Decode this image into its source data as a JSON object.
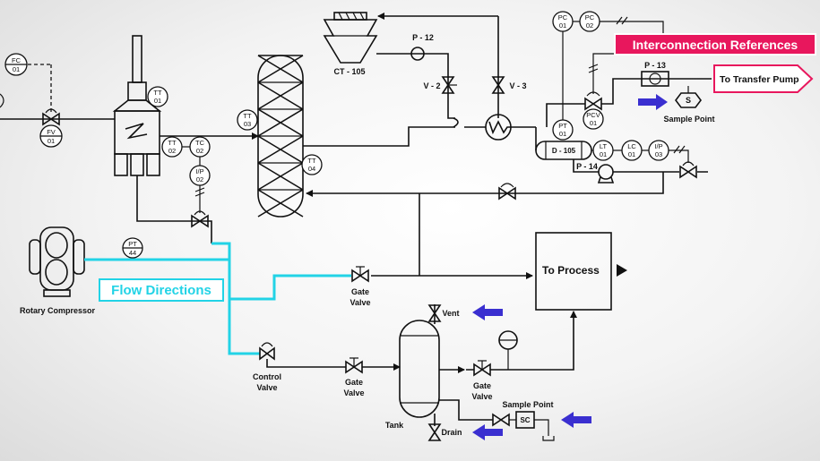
{
  "callouts": {
    "interconnection": "Interconnection References",
    "flow": "Flow Directions",
    "transfer": "To Transfer Pump",
    "process": "To Process"
  },
  "colors": {
    "flow_highlight": "#22d3e6",
    "interconnection_box": "#e8175d",
    "arrow_blue": "#3a2fd0"
  },
  "labels": {
    "ct": "CT - 105",
    "p12": "P - 12",
    "v2": "V - 2",
    "v3": "V - 3",
    "p13": "P - 13",
    "d105": "D - 105",
    "p14": "P - 14",
    "sample_point_top": "Sample Point",
    "sample_point_bottom": "Sample Point",
    "rotary_compressor": "Rotary Compressor",
    "gate_valve_1": [
      "Gate",
      "Valve"
    ],
    "gate_valve_2": [
      "Gate",
      "Valve"
    ],
    "gate_valve_3": [
      "Gate",
      "Valve"
    ],
    "control_valve": [
      "Control",
      "Valve"
    ],
    "tank": "Tank",
    "vent": "Vent",
    "drain": "Drain",
    "sc": "SC",
    "s": "S"
  },
  "instruments": {
    "fc01": [
      "FC",
      "01"
    ],
    "fv01": [
      "FV",
      "01"
    ],
    "tt01": [
      "TT",
      "01"
    ],
    "tt02": [
      "TT",
      "02"
    ],
    "tc02": [
      "TC",
      "02"
    ],
    "ip02": [
      "I/P",
      "02"
    ],
    "tt03": [
      "TT",
      "03"
    ],
    "tt04": [
      "TT",
      "04"
    ],
    "pt44": [
      "PT",
      "44"
    ],
    "pc01": [
      "PC",
      "01"
    ],
    "pc02": [
      "PC",
      "02"
    ],
    "pcv01": [
      "PCV",
      "01"
    ],
    "pt01": [
      "PT",
      "01"
    ],
    "lt01": [
      "LT",
      "01"
    ],
    "lc01": [
      "LC",
      "01"
    ],
    "ip03": [
      "I/P",
      "03"
    ]
  }
}
